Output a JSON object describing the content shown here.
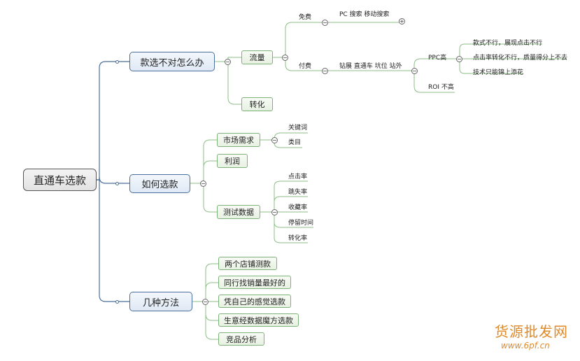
{
  "root": {
    "label": "直通车选款"
  },
  "branches": {
    "b1": {
      "label": "款选不对怎么办",
      "liuliang": "流量",
      "zhuanhua": "转化",
      "mianfei": "免费",
      "mianfei_detail": "PC 搜索 移动搜索",
      "fufei": "付费",
      "fufei_detail": "钻展 直通车 坑位 站外",
      "ppc": "PPC高",
      "ppc_items": [
        "款式不行，展现点击不行",
        "点击率转化不行，质量得分上不去",
        "技术只能锦上添花"
      ],
      "roi": "ROI 不高"
    },
    "b2": {
      "label": "如何选款",
      "market": "市场需求",
      "market_items": [
        "关键词",
        "类目"
      ],
      "profit": "利润",
      "test": "测试数据",
      "test_items": [
        "点击率",
        "跳失率",
        "收藏率",
        "停留时间",
        "转化率"
      ]
    },
    "b3": {
      "label": "几种方法",
      "methods": [
        "两个店铺测款",
        "同行找销量最好的",
        "凭自己的感觉选款",
        "生意经数据魔方选款",
        "竞品分析"
      ]
    }
  },
  "toggles": {
    "minus": "−",
    "plus": "+"
  },
  "watermark": {
    "title": "货源批发网",
    "url": "www.6pf.cn"
  },
  "colors": {
    "main_line": "#4a6f9a",
    "sub_line": "#8cbf86"
  }
}
